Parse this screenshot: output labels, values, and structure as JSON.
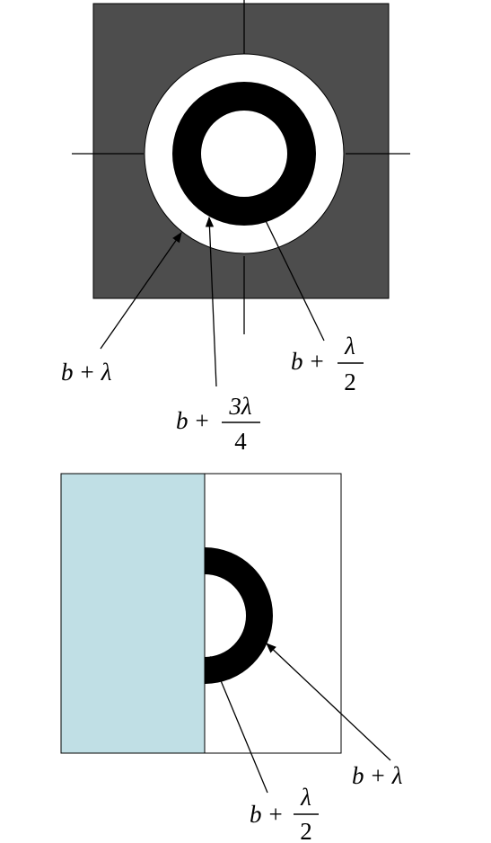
{
  "figure_top": {
    "labels": {
      "outer": {
        "variable": "b",
        "op": "+",
        "term": "λ"
      },
      "middle": {
        "variable": "b",
        "op": "+",
        "numerator": "3λ",
        "denominator": "4"
      },
      "inner": {
        "variable": "b",
        "op": "+",
        "numerator": "λ",
        "denominator": "2"
      }
    },
    "colors": {
      "background": "#4d4d4d",
      "ring": "#000000",
      "gap": "#ffffff"
    }
  },
  "figure_bottom": {
    "labels": {
      "outer": {
        "variable": "b",
        "op": "+",
        "term": "λ"
      },
      "inner": {
        "variable": "b",
        "op": "+",
        "numerator": "λ",
        "denominator": "2"
      }
    },
    "colors": {
      "left_region": "#c0dfe5",
      "ring": "#000000",
      "right_region": "#ffffff"
    }
  }
}
